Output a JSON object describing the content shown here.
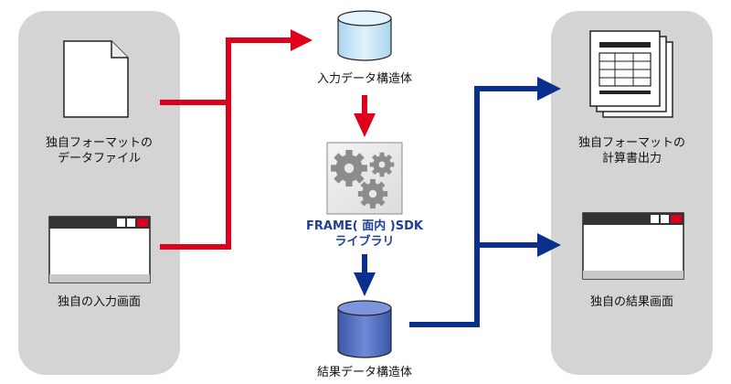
{
  "left_panel": {
    "file_label_line1": "独自フォーマットの",
    "file_label_line2": "データファイル",
    "screen_label": "独自の入力画面"
  },
  "center": {
    "input_db_label": "入力データ構造体",
    "sdk_label_line1": "FRAME( 面内 )SDK",
    "sdk_label_line2": "ライブラリ",
    "result_db_label": "結果データ構造体"
  },
  "right_panel": {
    "report_label_line1": "独自フォーマットの",
    "report_label_line2": "計算書出力",
    "screen_label": "独自の結果画面"
  },
  "colors": {
    "panel": "#d4d4d4",
    "red_arrow": "#e0001b",
    "blue_arrow": "#0a2f8c",
    "input_db": "#cfe6f5",
    "result_db": "#4f6bbf",
    "window_bar": "#333333",
    "window_close": "#d9001b"
  },
  "icons": [
    "document-icon",
    "window-icon",
    "database-icon",
    "gears-icon",
    "report-stack-icon"
  ]
}
